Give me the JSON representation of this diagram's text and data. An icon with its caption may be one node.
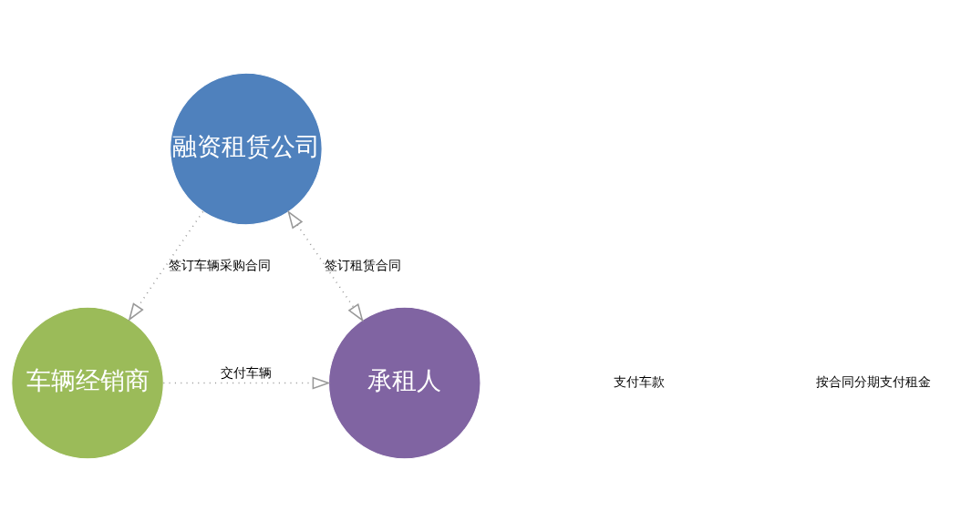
{
  "diagram": {
    "nodes": [
      {
        "text": [
          "融资租赁公司"
        ]
      },
      {
        "text": [
          "车辆经销商"
        ]
      },
      {
        "text": [
          "承租人"
        ]
      }
    ],
    "edges": [
      {
        "from": 0,
        "to": 1,
        "arrow": "to",
        "label": "签订车辆采购合同"
      },
      {
        "from": 0,
        "to": 2,
        "arrow": "both",
        "label": "签订租赁合同"
      },
      {
        "from": 1,
        "to": 2,
        "arrow": "to",
        "label": "交付车辆"
      }
    ],
    "labels": [
      "支付车款",
      "按合同分期支付租金"
    ]
  }
}
